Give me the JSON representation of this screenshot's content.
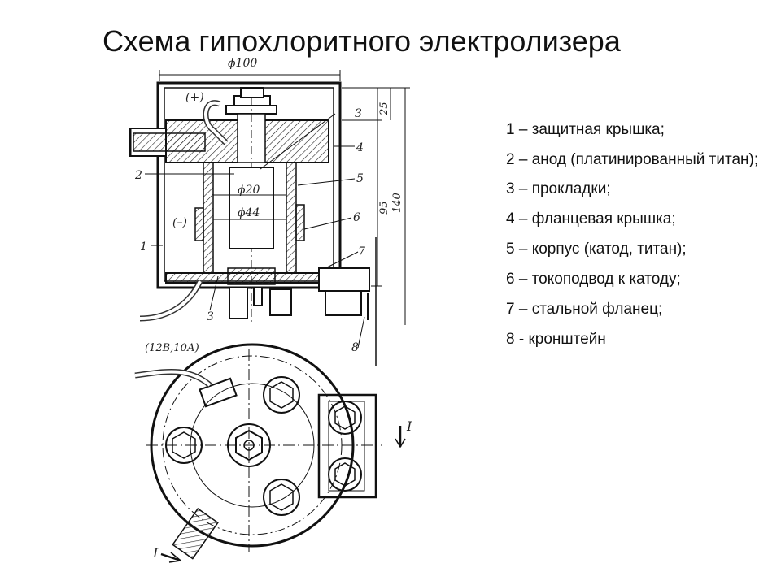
{
  "title": "Схема гипохлоритного электролизера",
  "legend": [
    "1 – защитная крышка;",
    " 2 – анод (платинированный титан);",
    "3 – прокладки;",
    "4 – фланцевая крышка;",
    "5 – корпус (катод, титан);",
    "6 – токоподвод  к катоду;",
    "7 – стальной фланец;",
    "8 - кронштейн"
  ],
  "drawing": {
    "dim_top": "ϕ100",
    "dim_anode": "ϕ20",
    "dim_body": "ϕ44",
    "dim_25": "25",
    "dim_95": "95",
    "dim_140": "140",
    "plus": "(+)",
    "minus": "(–)",
    "power": "(12В,10А)",
    "section": "I",
    "callouts": [
      "1",
      "2",
      "3",
      "3",
      "4",
      "5",
      "6",
      "7",
      "8"
    ]
  }
}
